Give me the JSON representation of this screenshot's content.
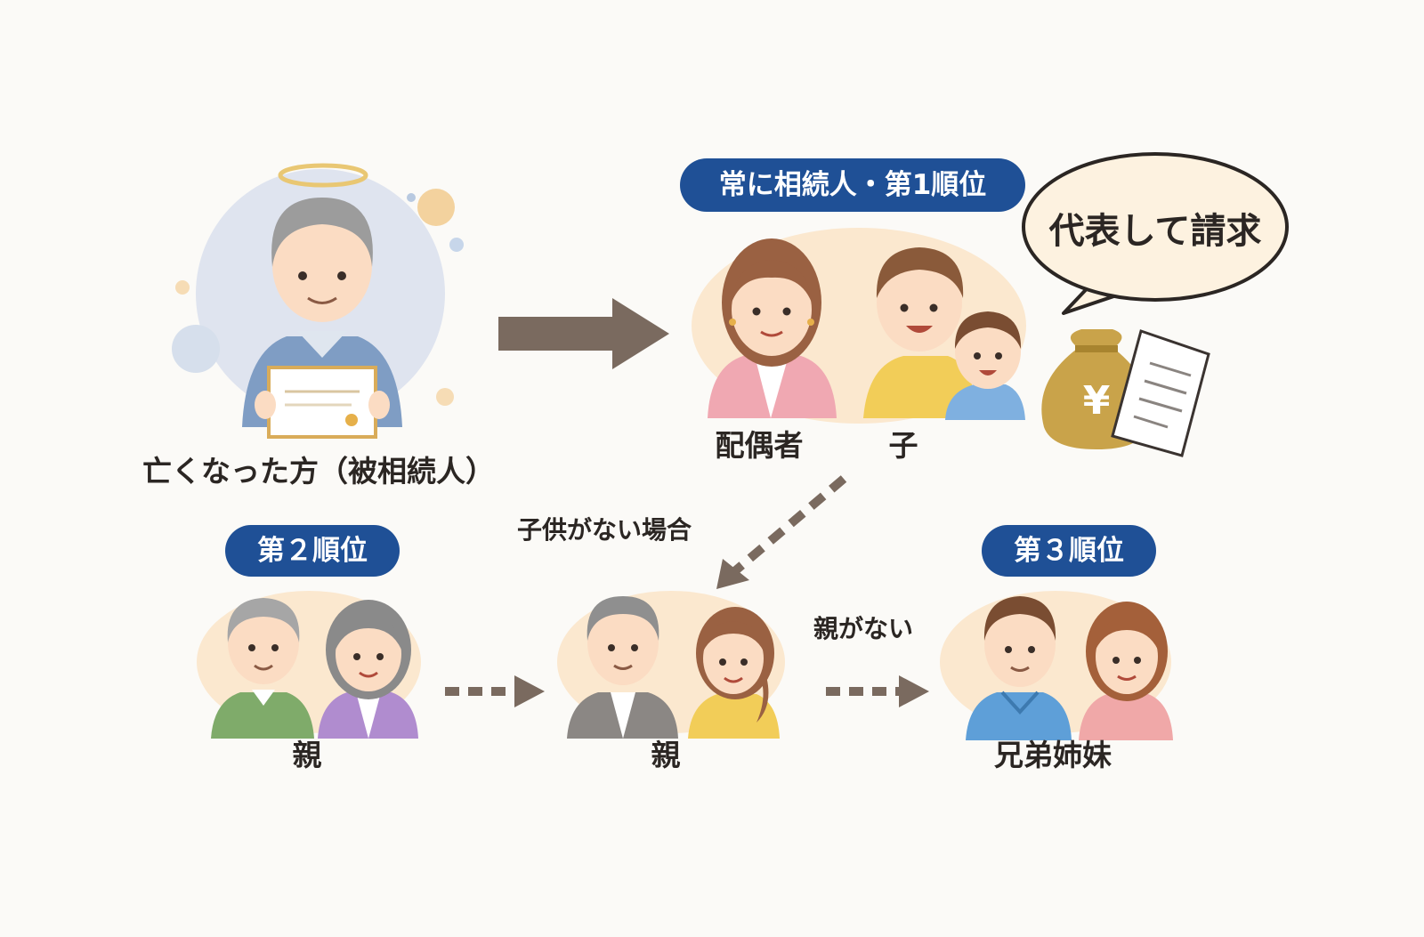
{
  "decedent": {
    "label": "亡くなった方（被相続人）"
  },
  "first_rank": {
    "badge": "常に相続人・第1順位",
    "spouse_label": "配偶者",
    "child_label": "子",
    "speech": "代表して請求",
    "money_symbol": "¥"
  },
  "condition_no_children": "子供がない場合",
  "second_rank": {
    "badge": "第２順位",
    "parent_label_1": "親",
    "parent_label_2": "親"
  },
  "condition_no_parents": "親がない",
  "third_rank": {
    "badge": "第３順位",
    "siblings_label": "兄弟姉妹"
  },
  "colors": {
    "badge_blue": "#1f5096",
    "arrow_gray": "#7a6a5f",
    "blob_peach": "#fbe8cf",
    "blob_blue": "#dfe4ef",
    "skin": "#fbdcc3",
    "gold": "#c9a34a"
  }
}
